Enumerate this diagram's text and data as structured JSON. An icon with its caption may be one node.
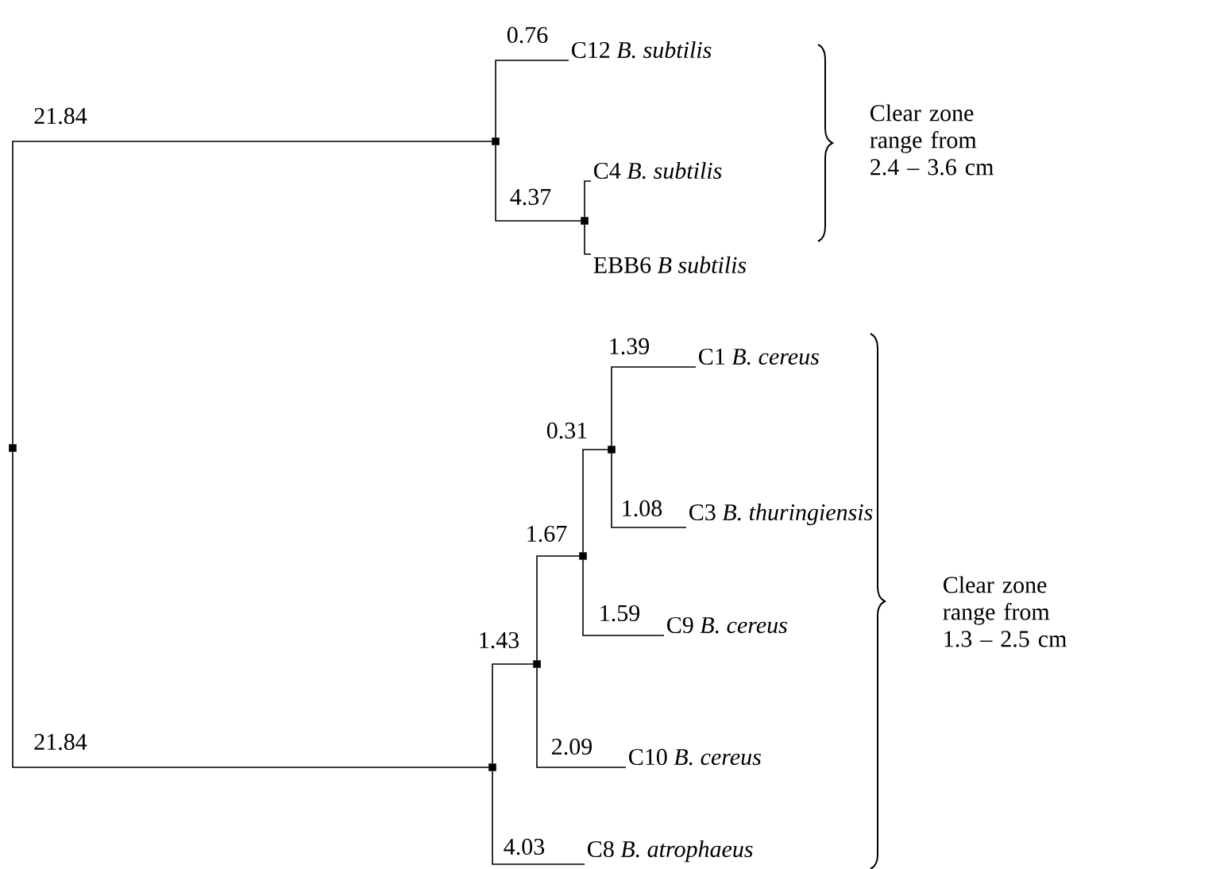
{
  "diagram": {
    "nodes": [
      {
        "text": [],
        "shape": "box"
      },
      {
        "text": [],
        "shape": "box"
      },
      {
        "text": [
          "C12 *B. subtilis*"
        ]
      },
      {
        "text": [],
        "shape": "box"
      },
      {
        "text": [
          "C4 *B. subtilis*"
        ]
      },
      {
        "text": [
          "EBB6 *B subtilis*"
        ]
      },
      {
        "text": [],
        "shape": "box"
      },
      {
        "text": [],
        "shape": "box"
      },
      {
        "text": [],
        "shape": "box"
      },
      {
        "text": [],
        "shape": "box"
      },
      {
        "text": [
          "C1 *B. cereus*"
        ]
      },
      {
        "text": [
          "C3 *B. thuringiensis*"
        ]
      },
      {
        "text": [
          "C9 *B. cereus*"
        ]
      },
      {
        "text": [
          "C10 *B. cereus*"
        ]
      },
      {
        "text": [
          "C8 *B. atrophaeus*"
        ]
      }
    ],
    "edges": [
      {
        "from": 0,
        "to": 1,
        "arrow": "none",
        "label": "21.84"
      },
      {
        "from": 0,
        "to": 6,
        "arrow": "none",
        "label": "21.84"
      },
      {
        "from": 1,
        "to": 2,
        "arrow": "none",
        "label": "0.76"
      },
      {
        "from": 1,
        "to": 3,
        "arrow": "none",
        "label": "4.37"
      },
      {
        "from": 3,
        "to": 4,
        "arrow": "none"
      },
      {
        "from": 3,
        "to": 5,
        "arrow": "none"
      },
      {
        "from": 6,
        "to": 7,
        "arrow": "none",
        "label": "1.43"
      },
      {
        "from": 6,
        "to": 14,
        "arrow": "none",
        "label": "4.03"
      },
      {
        "from": 7,
        "to": 8,
        "arrow": "none",
        "label": "1.67"
      },
      {
        "from": 7,
        "to": 13,
        "arrow": "none",
        "label": "2.09"
      },
      {
        "from": 8,
        "to": 9,
        "arrow": "none",
        "label": "0.31"
      },
      {
        "from": 8,
        "to": 12,
        "arrow": "none",
        "label": "1.59"
      },
      {
        "from": 9,
        "to": 10,
        "arrow": "none",
        "label": "1.39"
      },
      {
        "from": 9,
        "to": 11,
        "arrow": "none",
        "label": "1.08"
      }
    ],
    "labels": [
      "Clear zone range from 2.4 – 3.6 cm",
      "Clear zone range from 1.3 – 2.5 cm"
    ]
  }
}
